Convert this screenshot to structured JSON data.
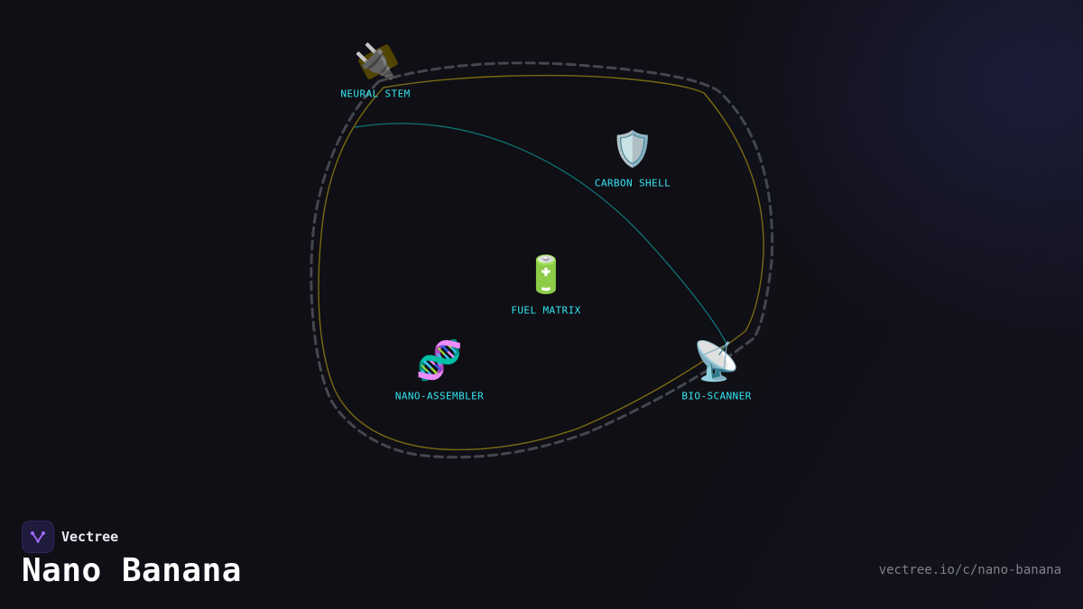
{
  "brand": {
    "name": "Vectree",
    "logo_icon": "vectree-logo-icon"
  },
  "title": "Nano Banana",
  "url": "vectree.io/c/nano-banana",
  "colors": {
    "background": "#0f0f15",
    "label": "#34e6f0",
    "outline": "#7a6a12",
    "dashed_loop": "#44474f",
    "connector": "#0f8f8f",
    "logo_accent": "#a46bff"
  },
  "nodes": [
    {
      "id": "neural-stem",
      "label": "NEURAL STEM",
      "icon": "plug-icon",
      "glyph": "🔌"
    },
    {
      "id": "carbon-shell",
      "label": "CARBON SHELL",
      "icon": "shield-icon",
      "glyph": "🛡️"
    },
    {
      "id": "fuel-matrix",
      "label": "FUEL MATRIX",
      "icon": "battery-icon",
      "glyph": "🔋"
    },
    {
      "id": "nano-assembler",
      "label": "NANO-ASSEMBLER",
      "icon": "dna-icon",
      "glyph": "🧬"
    },
    {
      "id": "bio-scanner",
      "label": "BIO-SCANNER",
      "icon": "satellite-dish-icon",
      "glyph": "📡"
    }
  ],
  "connections": [
    {
      "from": "neural-stem",
      "to": "bio-scanner"
    }
  ]
}
